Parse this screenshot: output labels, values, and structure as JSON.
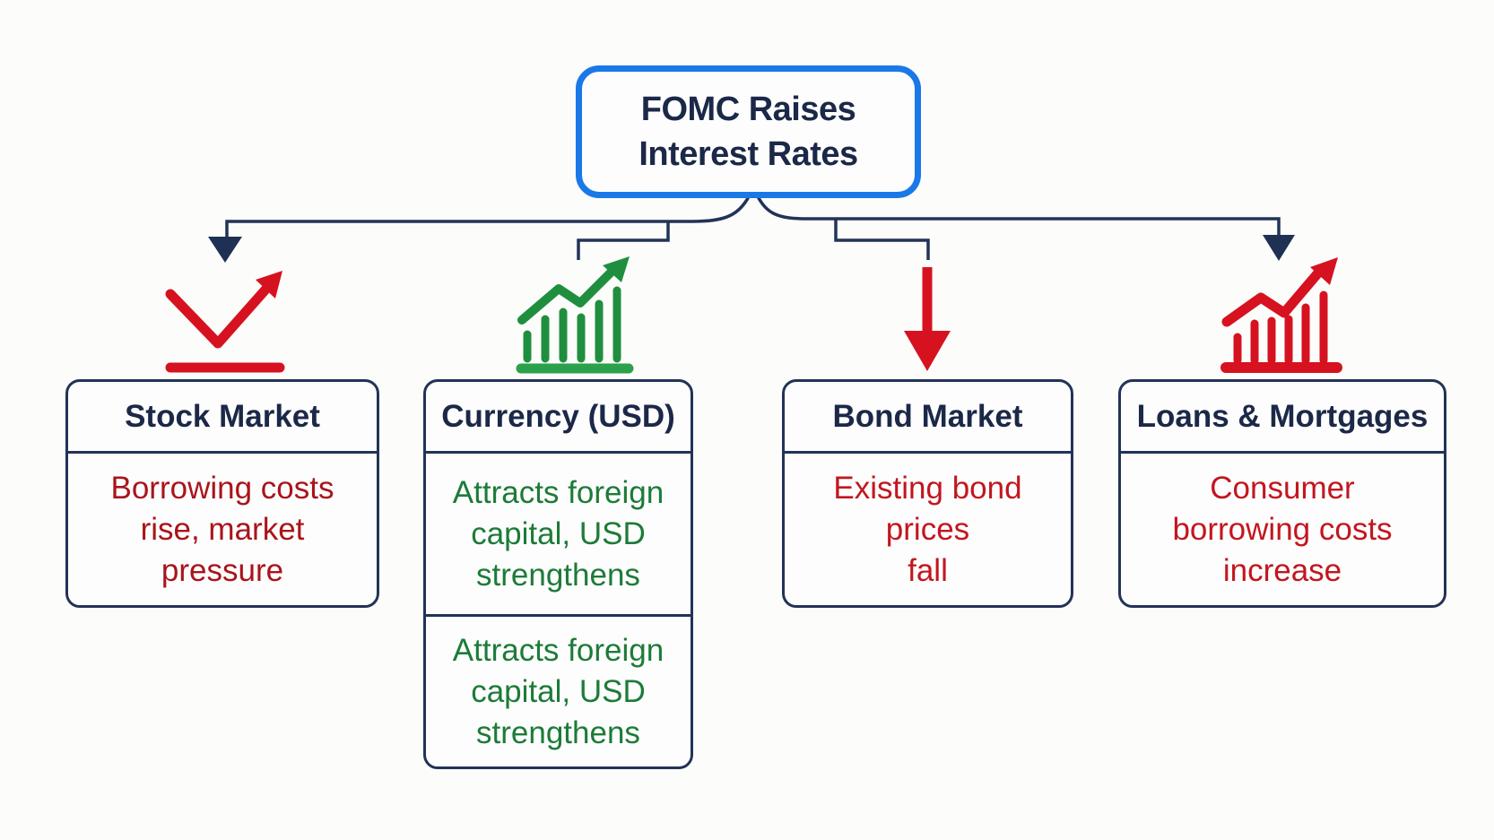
{
  "diagram": {
    "root": {
      "title_line1": "FOMC Raises",
      "title_line2": "Interest Rates"
    },
    "branches": [
      {
        "id": "stock-market",
        "title": "Stock Market",
        "body": "Borrowing costs\nrise, market\npressure",
        "icon": "dip-then-rise-arrow-icon"
      },
      {
        "id": "currency-usd",
        "title": "Currency (USD)",
        "sections": [
          "Attracts foreign\ncapital, USD\nstrengthens",
          "Attracts foreign\ncapital, USD\nstrengthens"
        ],
        "icon": "rising-bar-chart-icon"
      },
      {
        "id": "bond-market",
        "title": "Bond Market",
        "body": "Existing bond\nprices\nfall",
        "icon": "down-arrow-icon"
      },
      {
        "id": "loans-mortgages",
        "title": "Loans & Mortgages",
        "body": "Consumer\nborrowing costs\nincrease",
        "icon": "rising-bar-chart-icon"
      }
    ],
    "colors": {
      "root_border_blue": "#1a78e8",
      "connector_navy": "#223357",
      "title_navy": "#1b2848",
      "icon_red": "#d61220",
      "stock_body_red": "#a9141b",
      "bond_loans_body_red": "#c2161f",
      "currency_body_green": "#1d7b38",
      "icon_green": "#1f8f3f",
      "underline_green": "#2ba14b",
      "background": "#fcfcfa"
    }
  }
}
